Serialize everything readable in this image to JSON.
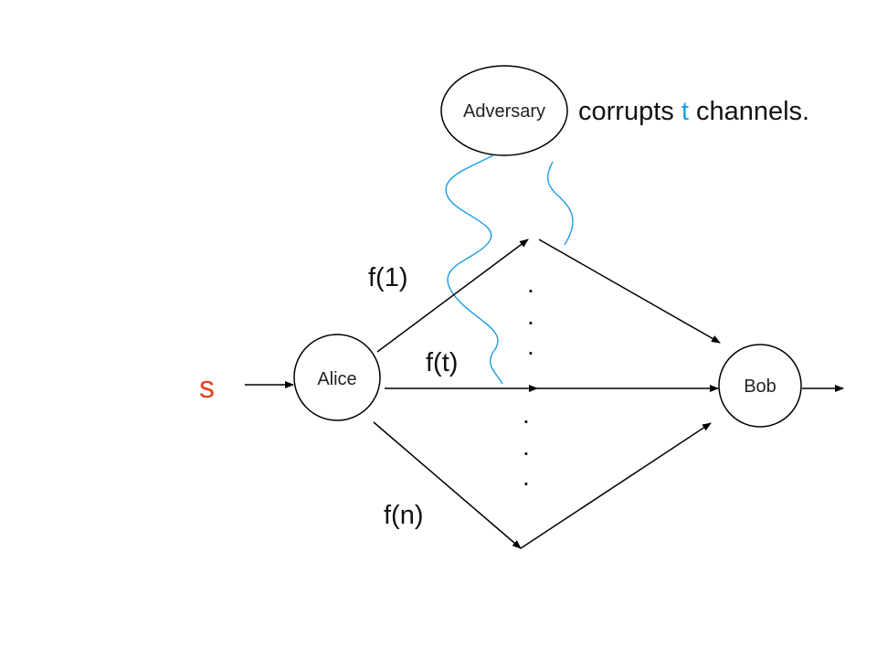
{
  "nodes": {
    "adversary": "Adversary",
    "alice": "Alice",
    "bob": "Bob"
  },
  "caption": {
    "before": "corrupts ",
    "highlight": "t",
    "after": " channels."
  },
  "secret": "s",
  "edge_labels": {
    "first": "f(1)",
    "middle": "f(t)",
    "last": "f(n)"
  },
  "ellipsis_dot": ".",
  "colors": {
    "accent": "#1a9ee6",
    "secret": "#e8401c",
    "line": "#000000"
  }
}
